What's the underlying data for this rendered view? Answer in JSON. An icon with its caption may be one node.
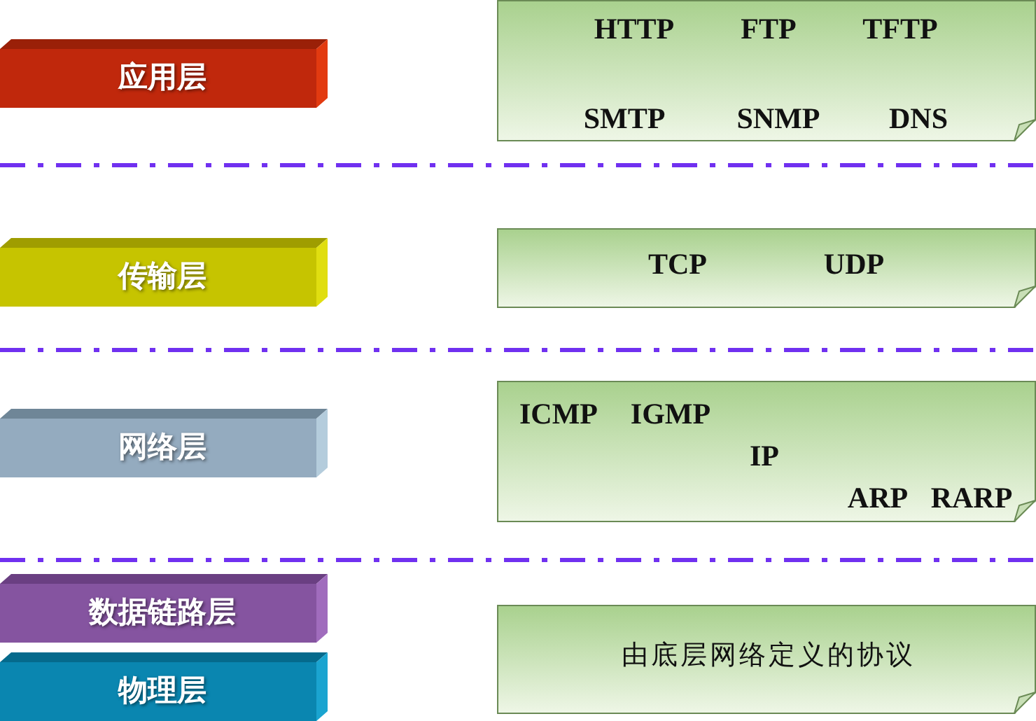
{
  "diagram": {
    "nodes": [
      {
        "text": [
          "应用层"
        ]
      },
      {
        "text": [
          "HTTP",
          "FTP",
          "TFTP",
          "SMTP",
          "SNMP",
          "DNS"
        ]
      },
      {
        "text": [
          "传输层"
        ]
      },
      {
        "text": [
          "TCP",
          "UDP"
        ]
      },
      {
        "text": [
          "网络层"
        ]
      },
      {
        "text": [
          "ICMP",
          "IGMP",
          "IP",
          "ARP",
          "RARP"
        ]
      },
      {
        "text": [
          "数据链路层"
        ]
      },
      {
        "text": [
          "物理层"
        ]
      },
      {
        "text": [
          "由底层网络定义的协议"
        ]
      }
    ]
  }
}
